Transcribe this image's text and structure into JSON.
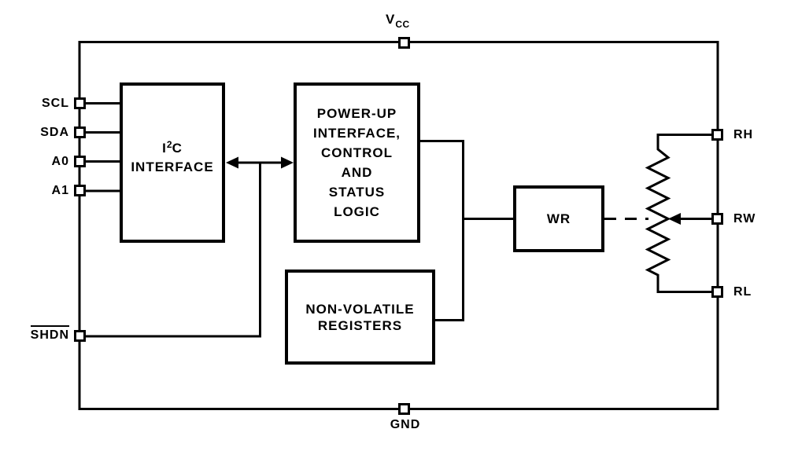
{
  "diagram": {
    "pins": {
      "vcc": {
        "name": "V",
        "sub": "CC"
      },
      "gnd": {
        "name": "GND"
      },
      "scl": {
        "name": "SCL"
      },
      "sda": {
        "name": "SDA"
      },
      "a0": {
        "name": "A0"
      },
      "a1": {
        "name": "A1"
      },
      "shdn": {
        "name": "SHDN"
      },
      "rh": {
        "name": "RH"
      },
      "rw": {
        "name": "RW"
      },
      "rl": {
        "name": "RL"
      }
    },
    "blocks": {
      "i2c": {
        "sym_base": "I",
        "sym_sup": "2",
        "sym_end": "C",
        "label": "INTERFACE"
      },
      "power_up": {
        "lines": [
          "POWER-UP",
          "INTERFACE,",
          "CONTROL",
          "AND",
          "STATUS",
          "LOGIC"
        ]
      },
      "nonvolatile": {
        "lines": [
          "NON-VOLATILE",
          "REGISTERS"
        ]
      },
      "wr": {
        "label": "WR"
      }
    },
    "colors": {
      "line": "#000000",
      "background": "#ffffff",
      "text": "#000000"
    }
  }
}
